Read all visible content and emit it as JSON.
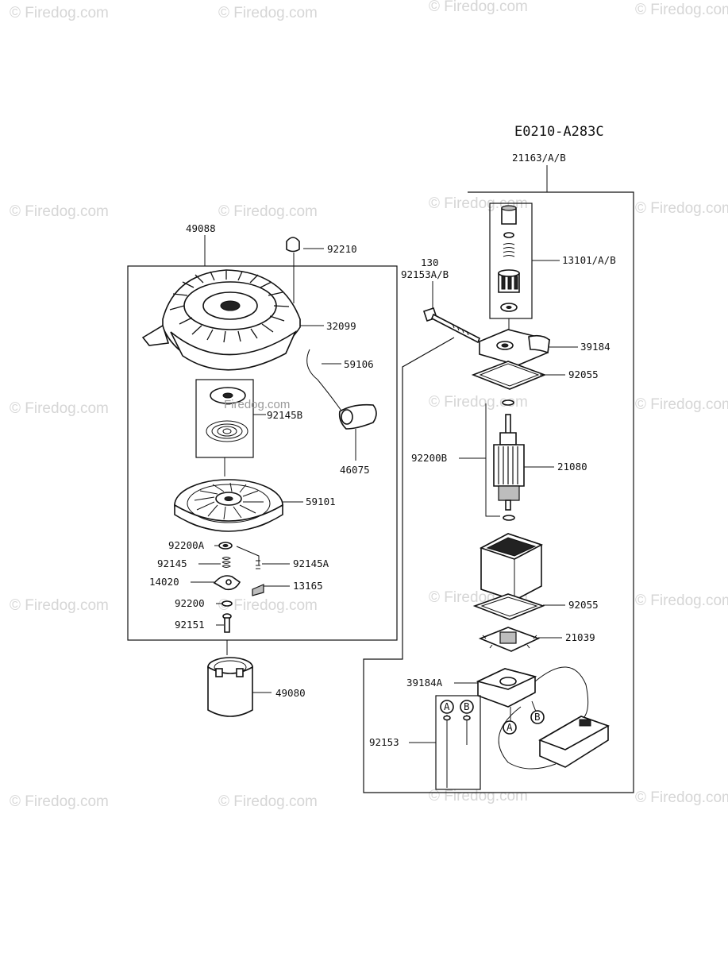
{
  "diagram": {
    "code": "E0210-A283C",
    "watermark": "© Firedog.com",
    "overlay_watermark": "Firedog.com",
    "labels": {
      "p49088": "49088",
      "p92210": "92210",
      "p32099": "32099",
      "p59106": "59106",
      "p92145B": "92145B",
      "p46075": "46075",
      "p59101": "59101",
      "p92200A": "92200A",
      "p92145": "92145",
      "p92145A": "92145A",
      "p14020": "14020",
      "p13165": "13165",
      "p92200": "92200",
      "p92151": "92151",
      "p49080": "49080",
      "p130": "130",
      "p92153AB": "92153A/B",
      "p21163AB": "21163/A/B",
      "p13101AB": "13101/A/B",
      "p39184": "39184",
      "p92055_top": "92055",
      "p92200B": "92200B",
      "p21080": "21080",
      "p92055_bottom": "92055",
      "p21039": "21039",
      "p39184A": "39184A",
      "p92153": "92153",
      "marker_a": "A",
      "marker_b": "B"
    }
  }
}
